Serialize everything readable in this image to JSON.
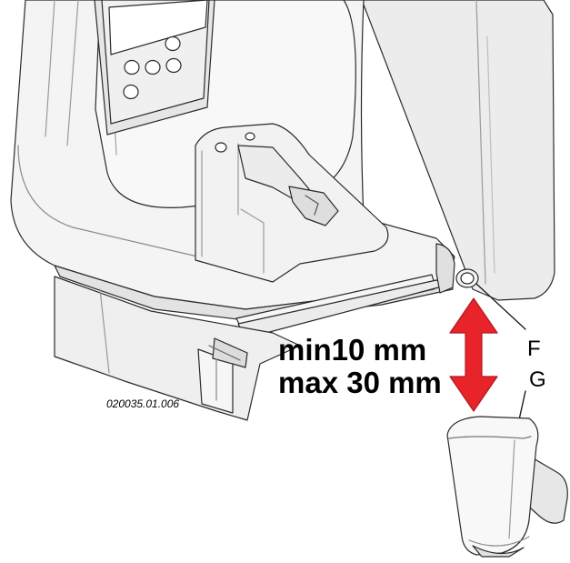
{
  "labels": {
    "dimension_min": "min10 mm",
    "dimension_max": "max 30 mm",
    "part_f": "F",
    "part_g": "G",
    "reference_code": "020035.01.006"
  },
  "colors": {
    "arrow": "#e8232a",
    "line": "#2a2a2a",
    "fill": "#ffffff",
    "shade": "#e9e9e9",
    "shade_dark": "#d6d6d6"
  },
  "icons": {
    "double_arrow": "vertical-double-arrow-icon"
  }
}
